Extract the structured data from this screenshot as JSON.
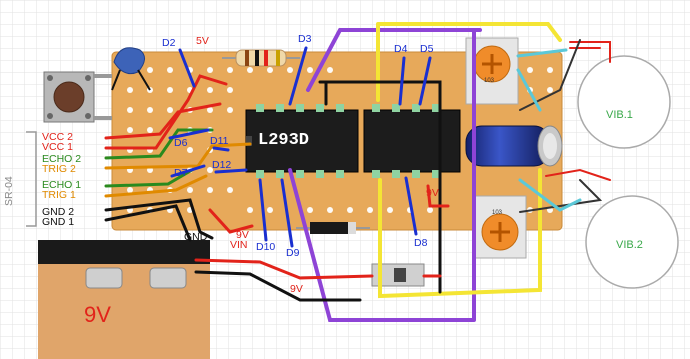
{
  "labels": {
    "sensor": "SR-04",
    "vcc2": "VCC 2",
    "vcc1": "VCC 1",
    "echo2": "ECHO 2",
    "trig2": "TRIG 2",
    "echo1": "ECHO 1",
    "trig1": "TRIG 1",
    "gnd2": "GND 2",
    "gnd1": "GND 1",
    "d2": "D2",
    "v5": "5V",
    "d3": "D3",
    "d4": "D4",
    "d5": "D5",
    "d6": "D6",
    "d11": "D11",
    "d12": "D12",
    "d7": "D7",
    "d10": "D10",
    "d9": "D9",
    "d8": "D8",
    "v9a": "9V",
    "vin": "VIN",
    "gnd": "GND",
    "v9b": "9V",
    "v9c": "9V",
    "chip": "L293D",
    "vib1": "VIB.1",
    "vib2": "VIB.2",
    "battery": "9V"
  },
  "colors": {
    "board": "#e7a95a",
    "pin_label": "#1a2fd0",
    "power": "#e2231a",
    "echo": "#2a8a1e",
    "trig": "#e08a00",
    "purple_wire": "#8e44d6",
    "yellow_wire": "#f4e534"
  }
}
